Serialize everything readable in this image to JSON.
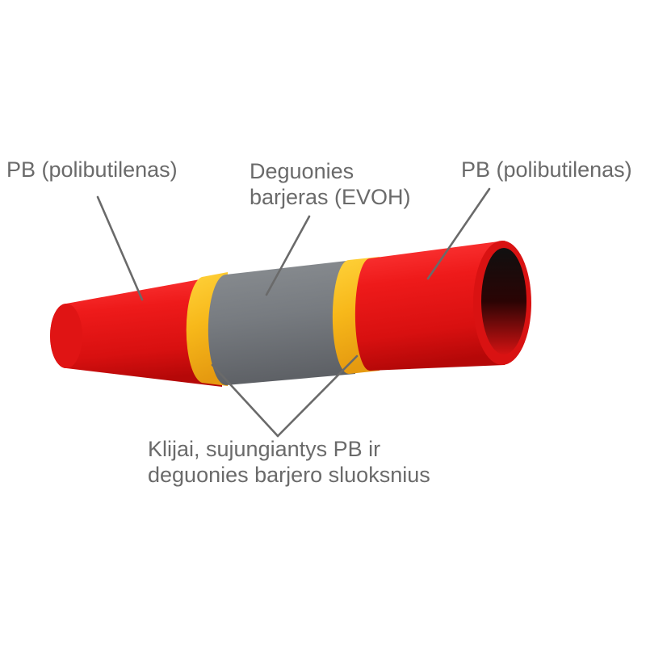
{
  "labels": {
    "pb_left": "PB (polibutilenas)",
    "barrier_line1": "Deguonies",
    "barrier_line2": "barjeras (EVOH)",
    "pb_right": "PB (polibutilenas)",
    "adhesive_line1": "Klijai, sujungiantys PB ir",
    "adhesive_line2": "deguonies barjero sluoksnius"
  },
  "colors": {
    "pb_layer": "#e8141c",
    "adhesive_layer": "#f7b81a",
    "evoh_layer": "#75797d",
    "leader_line": "#6a6a6a",
    "label_text": "#6a6a6a"
  }
}
